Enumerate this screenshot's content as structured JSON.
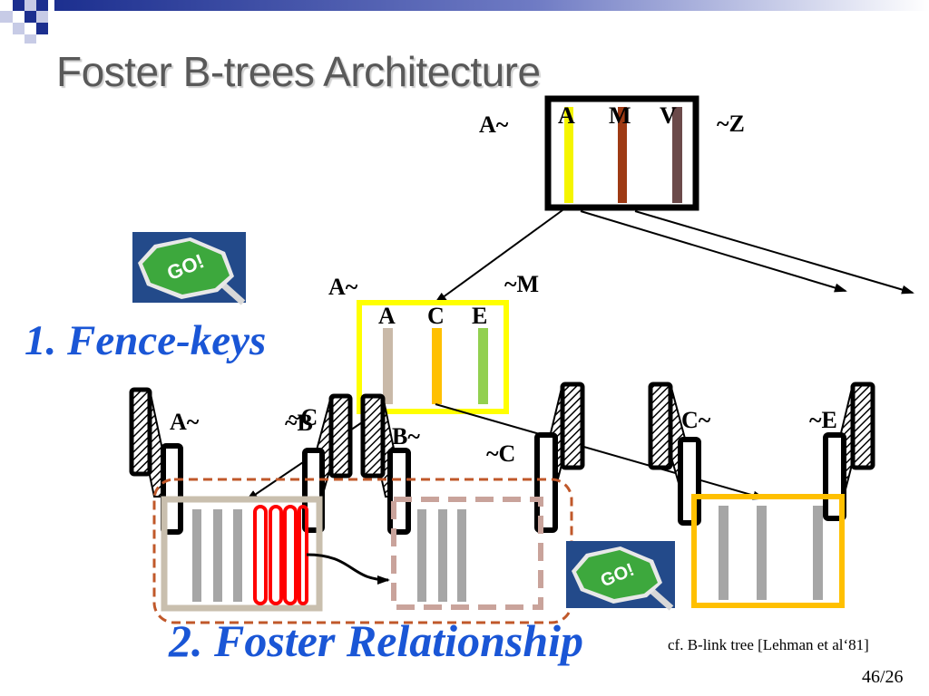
{
  "title": "Foster B-trees Architecture",
  "root": {
    "left_fence": "A~",
    "right_fence": "~Z",
    "keys": [
      "A",
      "M",
      "V"
    ]
  },
  "mid": {
    "left_fence": "A~",
    "right_fence": "~M",
    "keys": [
      "A",
      "C",
      "E"
    ]
  },
  "leaves": {
    "left_fence": "A~",
    "overlap_a": "~C",
    "overlap_b": "~B",
    "b_fence": "B~",
    "c_fence": "~C",
    "right_left_fence": "C~",
    "right_right_fence": "~E"
  },
  "callouts": {
    "fence_keys": "1. Fence-keys",
    "foster": "2. Foster Relationship"
  },
  "citation": "cf. B-link tree [Lehman et al‘81]",
  "page_number": "46/26",
  "sign_text": "GO!",
  "colors": {
    "root_key_a": "#f5f500",
    "root_key_m": "#9e3a14",
    "root_key_v": "#6b4a4a",
    "mid_border": "#ffff00",
    "mid_key_a": "#c9b9a8",
    "mid_key_c": "#ffc000",
    "mid_key_e": "#92d050",
    "callout_blue": "#1a56d6",
    "dashed_group": "#c0582a",
    "leaf_left_border": "#c9bfae",
    "leaf_mid_border": "#c9a39b",
    "leaf_right_border": "#ffc000",
    "foster_red": "#ff0000",
    "sign_green": "#3da83d",
    "sign_bg": "#234a8a"
  }
}
